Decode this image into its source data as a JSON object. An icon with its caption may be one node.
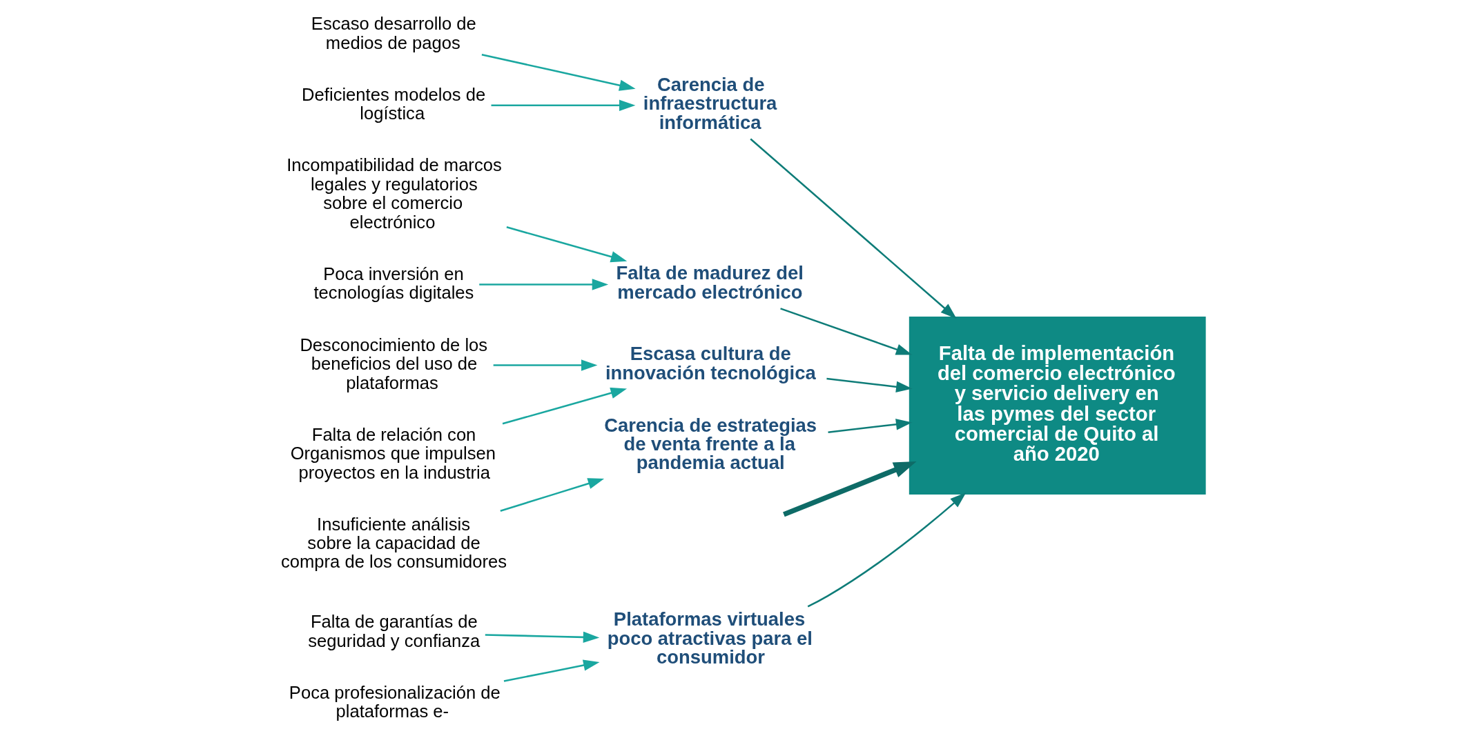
{
  "diagram": {
    "nodes": [
      {
        "text": [
          "Plataformas virtuales poco atractivas para el consumidor"
        ]
      },
      {
        "text": [
          "Falta de garantías de seguridad y confianza"
        ]
      },
      {
        "text": [
          "Poca profesionalización de plataformas e-"
        ]
      },
      {
        "text": [
          "Carencia de infraestructura informática"
        ]
      },
      {
        "text": [
          "Escaso desarrollo de medios de pagos"
        ]
      },
      {
        "text": [
          "Deficientes modelos de logística"
        ]
      },
      {
        "text": [
          "Falta de madurez del mercado electrónico"
        ]
      },
      {
        "text": [
          "Incompatibilidad de marcos legales y regulatorios sobre el comercio electrónico"
        ]
      },
      {
        "text": [
          "Poca inversión en tecnologías digitales"
        ]
      },
      {
        "text": [
          "Escasa cultura de innovación tecnológica"
        ]
      },
      {
        "text": [
          "Desconocimiento de los beneficios del uso de plataformas"
        ]
      },
      {
        "text": [
          "Falta de relación con Organismos que impulsen proyectos en la industria"
        ]
      },
      {
        "text": [
          "Carencia de estrategias de venta frente a la pandemia actual"
        ]
      },
      {
        "text": [
          "Insuficiente análisis sobre la capacidad de compra de los consumidores"
        ]
      },
      {
        "text": [
          "Falta de implementación del comercio electrónico y servicio delivery en las pymes del sector comercial de Quito al año 2020"
        ]
      }
    ],
    "edges": [
      {
        "from": 1,
        "to": 0,
        "arrow": "to"
      },
      {
        "from": 2,
        "to": 0,
        "arrow": "to"
      },
      {
        "from": 4,
        "to": 3,
        "arrow": "to"
      },
      {
        "from": 5,
        "to": 3,
        "arrow": "to"
      },
      {
        "from": 7,
        "to": 6,
        "arrow": "to"
      },
      {
        "from": 8,
        "to": 6,
        "arrow": "to"
      },
      {
        "from": 10,
        "to": 9,
        "arrow": "to"
      },
      {
        "from": 11,
        "to": 9,
        "arrow": "to"
      },
      {
        "from": 13,
        "to": 12,
        "arrow": "to"
      },
      {
        "from": 0,
        "to": 14,
        "arrow": "to",
        "color": "#0e7c78"
      },
      {
        "from": 3,
        "to": 14,
        "arrow": "to",
        "color": "#0e7c78"
      },
      {
        "from": 6,
        "to": 14,
        "arrow": "to",
        "color": "#0e7c78"
      },
      {
        "from": 9,
        "to": 14,
        "arrow": "to",
        "color": "#0e7c78"
      },
      {
        "from": 12,
        "to": 14,
        "arrow": "to",
        "color": "#0e7c78"
      },
      {
        "from": null,
        "to": 14,
        "arrow": "to",
        "style": "thick",
        "color": "#0e6b67"
      }
    ]
  }
}
